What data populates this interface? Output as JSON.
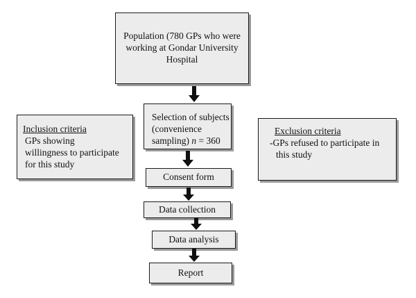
{
  "population": {
    "lines": [
      "Population (780 GPs who were",
      "working at Gondar University",
      "Hospital"
    ]
  },
  "selection": {
    "line1": "Selection of subjects",
    "line2": "(convenience",
    "line3_prefix": "sampling) ",
    "line3_var": "n",
    "line3_suffix": " = 360"
  },
  "inclusion": {
    "title": "Inclusion criteria",
    "lines": [
      "GPs showing",
      "willingness to participate",
      "for this study"
    ]
  },
  "exclusion": {
    "title": "Exclusion criteria",
    "lines": [
      "-GPs refused to participate in",
      "this study"
    ]
  },
  "steps": {
    "consent": "Consent form",
    "collection": "Data collection",
    "analysis": "Data analysis",
    "report": "Report"
  }
}
